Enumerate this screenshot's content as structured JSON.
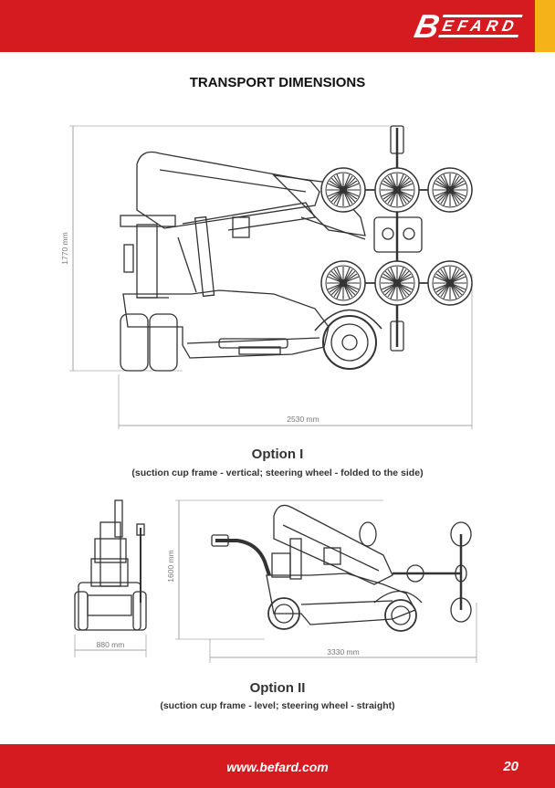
{
  "brand": {
    "logo_text": "BEFARD",
    "logo_initial": "B",
    "logo_rest": "EFARD"
  },
  "page_title": "TRANSPORT DIMENSIONS",
  "option1": {
    "title": "Option I",
    "subtitle": "(suction cup frame - vertical; steering wheel - folded to the side)",
    "height_dim": "1770 mm",
    "length_dim": "2530 mm"
  },
  "option2": {
    "title": "Option II",
    "subtitle": "(suction cup frame - level; steering wheel - straight)",
    "height_dim": "1600 mm",
    "width_dim": "880 mm",
    "length_dim": "3330 mm"
  },
  "footer": {
    "url": "www.befard.com",
    "page_number": "20"
  },
  "colors": {
    "brand_red": "#d51a20",
    "accent_yellow": "#f5b319"
  }
}
